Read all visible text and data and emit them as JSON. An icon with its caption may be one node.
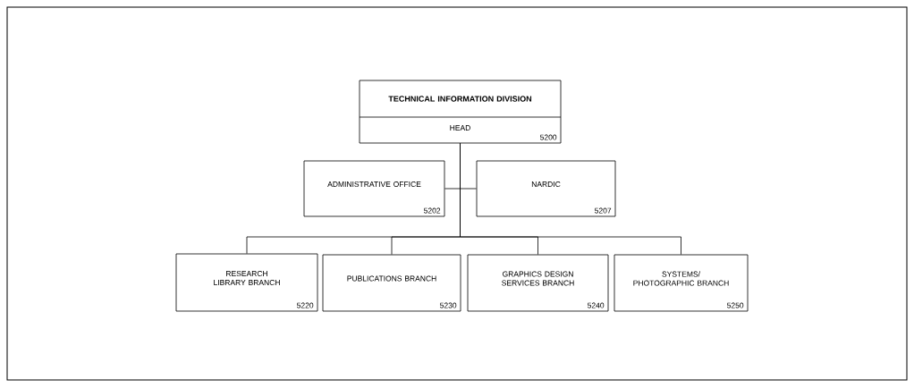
{
  "diagram": {
    "nodes": [
      {
        "text": [
          "TECHNICAL INFORMATION DIVISION",
          "HEAD",
          "5200"
        ]
      },
      {
        "text": [
          "ADMINISTRATIVE OFFICE",
          "5202"
        ]
      },
      {
        "text": [
          "NARDIC",
          "5207"
        ]
      },
      {
        "text": [
          "RESEARCH LIBRARY BRANCH",
          "5220"
        ]
      },
      {
        "text": [
          "PUBLICATIONS BRANCH",
          "5230"
        ]
      },
      {
        "text": [
          "GRAPHICS DESIGN SERVICES BRANCH",
          "5240"
        ]
      },
      {
        "text": [
          "SYSTEMS/ PHOTOGRAPHIC BRANCH",
          "5250"
        ]
      }
    ],
    "edges": [
      {
        "from": 0,
        "to": 1,
        "arrow": "none"
      },
      {
        "from": 0,
        "to": 2,
        "arrow": "none"
      },
      {
        "from": 0,
        "to": 3,
        "arrow": "none"
      },
      {
        "from": 0,
        "to": 4,
        "arrow": "none"
      },
      {
        "from": 0,
        "to": 5,
        "arrow": "none"
      },
      {
        "from": 0,
        "to": 6,
        "arrow": "none"
      }
    ]
  }
}
